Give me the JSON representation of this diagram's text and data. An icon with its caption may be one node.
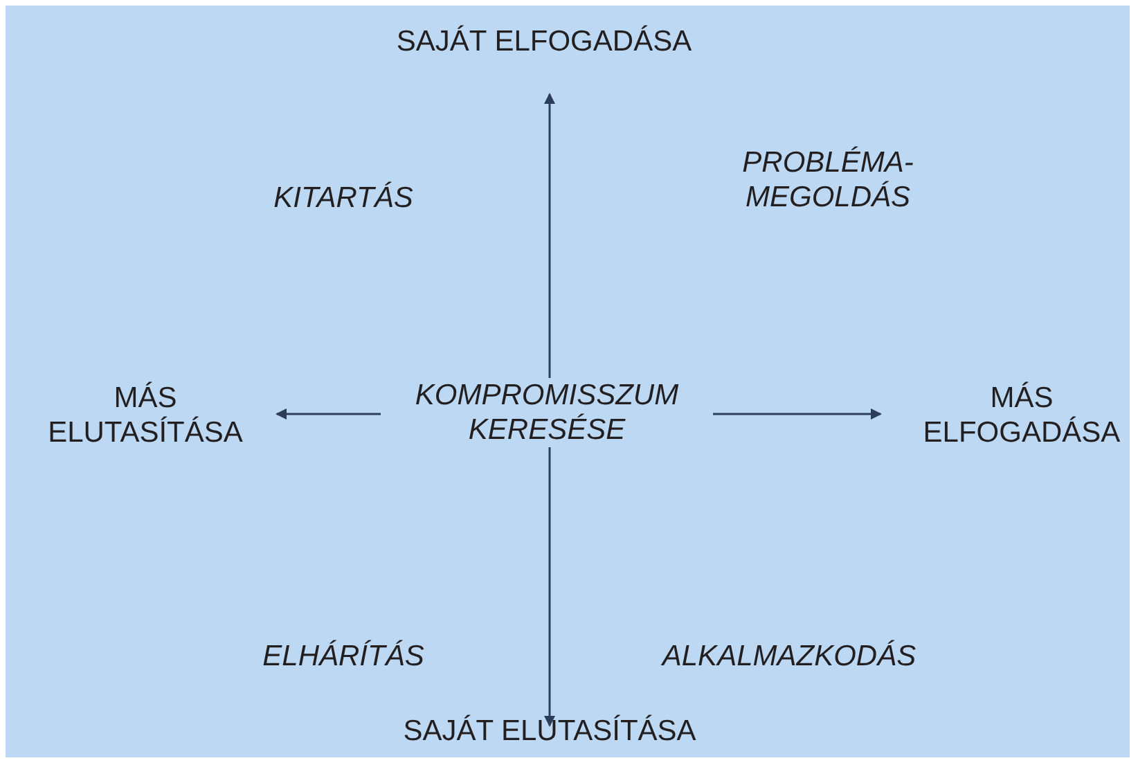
{
  "diagram": {
    "labels": [
      "SAJÁT ELFOGADÁSA",
      "KITARTÁS",
      "PROBLÉMA-MEGOLDÁS",
      "MÁS ELUTASÍTÁSA",
      "KOMPROMISSZUM KERESÉSE",
      "MÁS ELFOGADÁSA",
      "ELHÁRÍTÁS",
      "ALKALMAZKODÁS",
      "SAJÁT ELUTASÍTÁSA"
    ]
  }
}
